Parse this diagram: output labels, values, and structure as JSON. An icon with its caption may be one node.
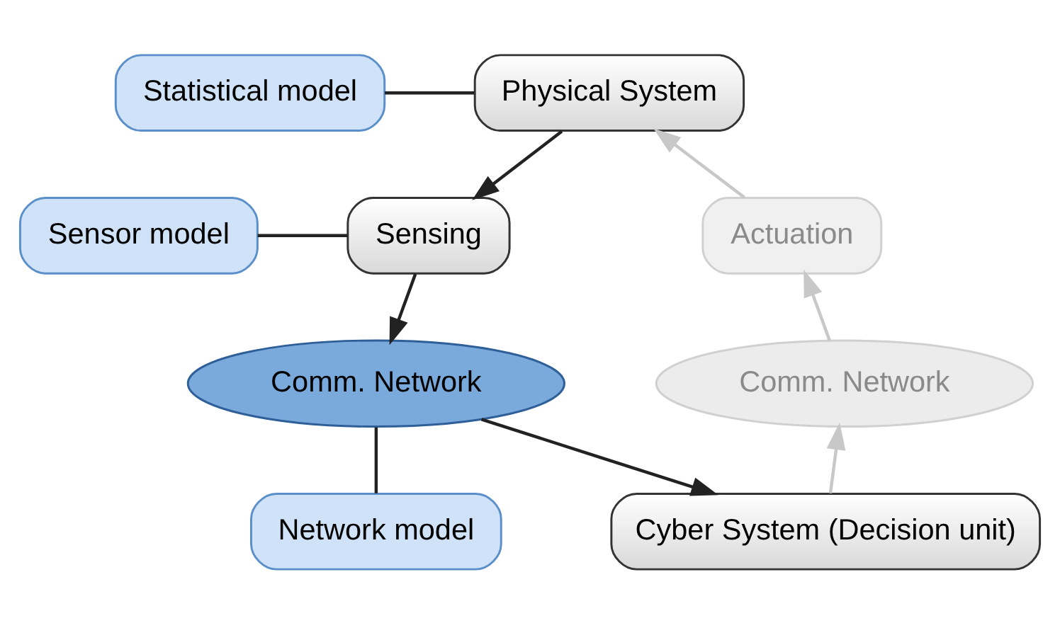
{
  "diagram": {
    "nodes": [
      {
        "text": [
          "Statistical model"
        ]
      },
      {
        "text": [
          "Physical System"
        ]
      },
      {
        "text": [
          "Sensor model"
        ]
      },
      {
        "text": [
          "Sensing"
        ]
      },
      {
        "text": [
          "Comm. Network"
        ]
      },
      {
        "text": [
          "Network model"
        ]
      },
      {
        "text": [
          "Cyber System (Decision unit)"
        ]
      },
      {
        "text": [
          "Comm. Network"
        ]
      },
      {
        "text": [
          "Actuation"
        ]
      }
    ],
    "edges": [
      {
        "from": 0,
        "to": 1,
        "arrow": "none"
      },
      {
        "from": 1,
        "to": 3,
        "arrow": "to"
      },
      {
        "from": 2,
        "to": 3,
        "arrow": "none"
      },
      {
        "from": 3,
        "to": 4,
        "arrow": "to"
      },
      {
        "from": 5,
        "to": 4,
        "arrow": "none"
      },
      {
        "from": 4,
        "to": 6,
        "arrow": "to"
      },
      {
        "from": 6,
        "to": 7,
        "arrow": "to",
        "color": "#c8c8c8"
      },
      {
        "from": 7,
        "to": 8,
        "arrow": "to",
        "color": "#c8c8c8"
      },
      {
        "from": 8,
        "to": 1,
        "arrow": "to",
        "color": "#c8c8c8"
      }
    ]
  }
}
